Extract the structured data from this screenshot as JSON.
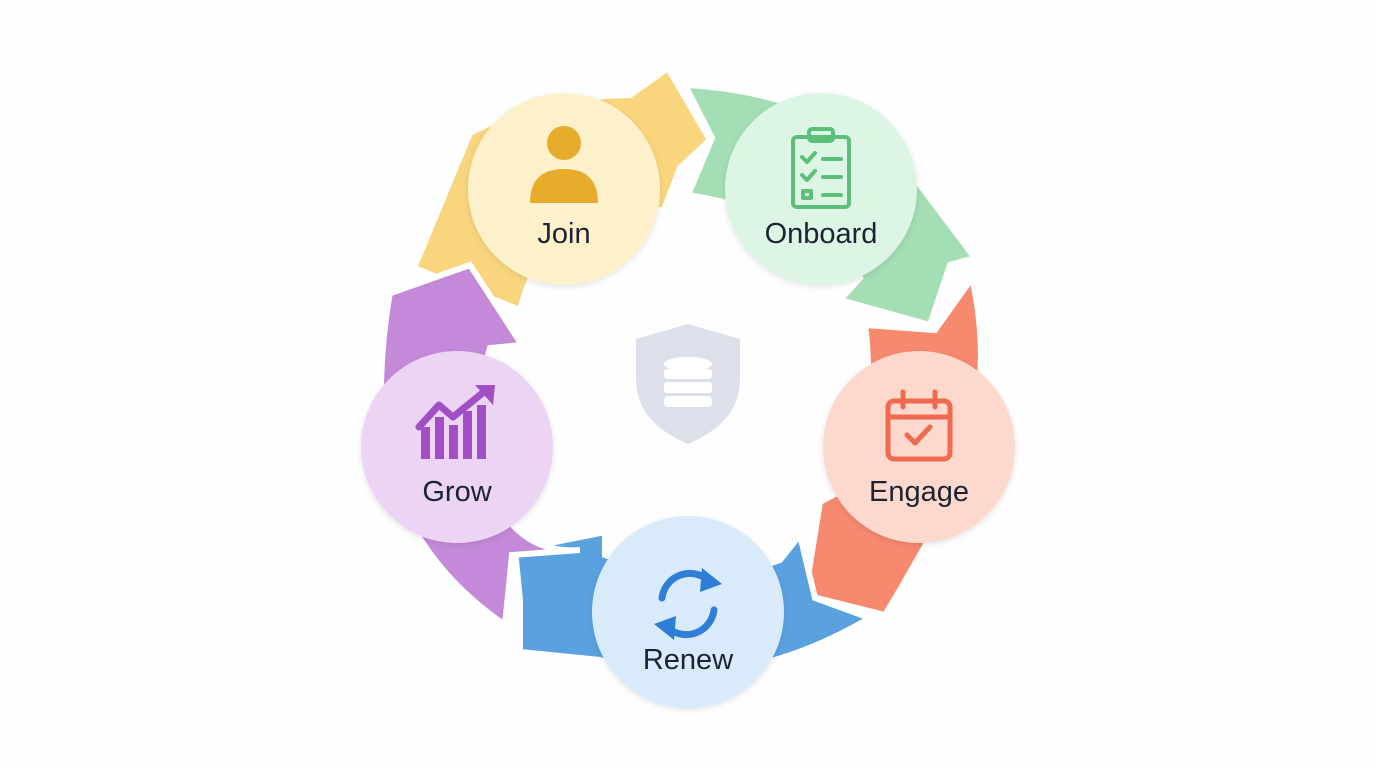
{
  "cycle": {
    "stages": [
      {
        "key": "join",
        "label": "Join",
        "icon": "person-icon",
        "arrow_color": "#f9d57e",
        "circle_color": "#fdf1cc",
        "icon_color": "#e8ac2c"
      },
      {
        "key": "onboard",
        "label": "Onboard",
        "icon": "clipboard-checklist-icon",
        "arrow_color": "#a3deb4",
        "circle_color": "#ddf5e4",
        "icon_color": "#5cc07b"
      },
      {
        "key": "engage",
        "label": "Engage",
        "icon": "calendar-check-icon",
        "arrow_color": "#f7896f",
        "circle_color": "#fdd9cd",
        "icon_color": "#ef6a4f"
      },
      {
        "key": "renew",
        "label": "Renew",
        "icon": "refresh-icon",
        "arrow_color": "#5aa1e0",
        "circle_color": "#d9eafa",
        "icon_color": "#2f7fd6"
      },
      {
        "key": "grow",
        "label": "Grow",
        "icon": "growth-chart-icon",
        "arrow_color": "#c48ad9",
        "circle_color": "#ecd5f4",
        "icon_color": "#a24fc5"
      }
    ],
    "center_icon": "shield-database-icon",
    "center_color": "#dde0ea"
  }
}
